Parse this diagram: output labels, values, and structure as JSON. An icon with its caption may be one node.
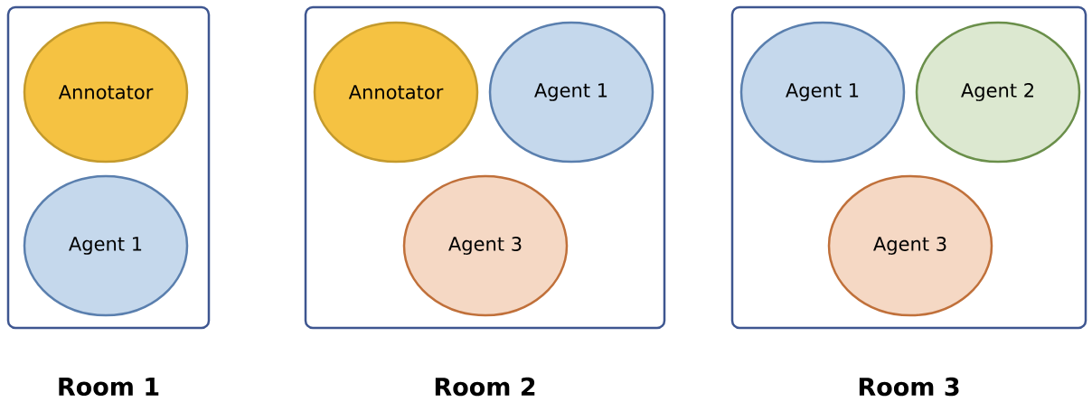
{
  "diagram": {
    "nodes": [
      {
        "text": [
          "Room 1"
        ]
      },
      {
        "text": [
          "Annotator"
        ],
        "in": 0
      },
      {
        "text": [
          "Agent 1"
        ],
        "in": 0
      },
      {
        "text": [
          "Room 2"
        ]
      },
      {
        "text": [
          "Annotator"
        ],
        "in": 3
      },
      {
        "text": [
          "Agent 1"
        ],
        "in": 3
      },
      {
        "text": [
          "Agent 3"
        ],
        "in": 3
      },
      {
        "text": [
          "Room 3"
        ]
      },
      {
        "text": [
          "Agent 1"
        ],
        "in": 7
      },
      {
        "text": [
          "Agent 2"
        ],
        "in": 7
      },
      {
        "text": [
          "Agent 3"
        ],
        "in": 7
      }
    ]
  }
}
